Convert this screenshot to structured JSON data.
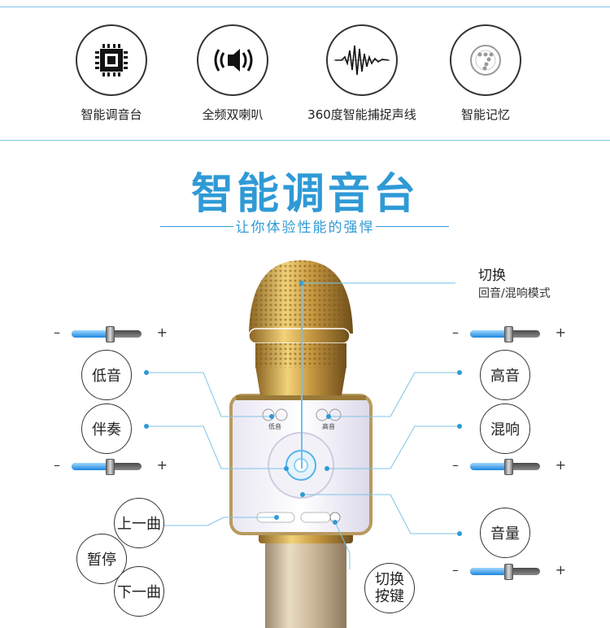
{
  "features": [
    {
      "icon": "chip-icon",
      "label": "智能调音台"
    },
    {
      "icon": "speaker-icon",
      "label": "全频双喇叭"
    },
    {
      "icon": "waveform-icon",
      "label": "360度智能捕捉声线"
    },
    {
      "icon": "memory-icon",
      "label": "智能记忆"
    }
  ],
  "title": "智能调音台",
  "subtitle": "让你体验性能的强悍",
  "labels": {
    "bass": "低音",
    "accompaniment": "伴奏",
    "treble": "高音",
    "reverb": "混响",
    "volume": "音量",
    "prev": "上一曲",
    "pause": "暂停",
    "next": "下一曲",
    "switch_key_line1": "切换",
    "switch_key_line2": "按键",
    "switch_mode_line1": "切换",
    "switch_mode_line2": "回音/混响模式"
  },
  "sliders": {
    "bass_level": 0.55,
    "accompaniment_level": 0.55,
    "treble_level": 0.55,
    "reverb_level": 0.55,
    "volume_level": 0.55,
    "minus": "–",
    "plus": "+"
  },
  "mic_panel": {
    "bass_label": "低音",
    "treble_label": "高音"
  },
  "colors": {
    "accent": "#2f9ad6",
    "gold": "#c9a04a",
    "lines": "#7fc4e6"
  }
}
